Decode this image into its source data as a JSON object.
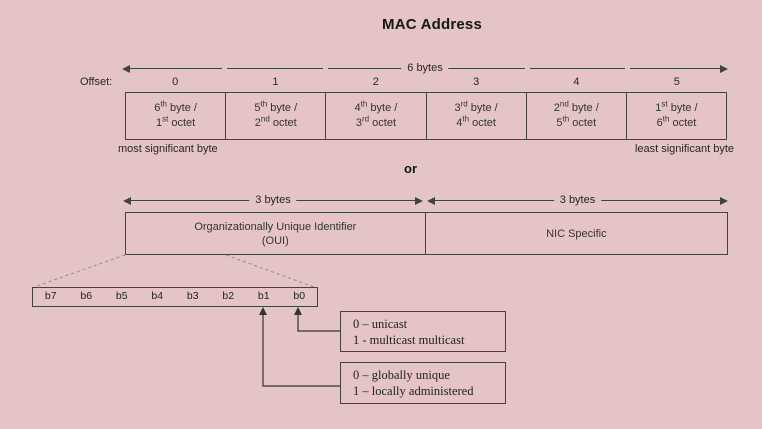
{
  "title": "MAC Address",
  "colors": {
    "background": "#e5c4c6",
    "line": "#424242",
    "text": "#262626"
  },
  "offset_label": "Offset:",
  "offsets": [
    "0",
    "1",
    "2",
    "3",
    "4",
    "5"
  ],
  "top_span": {
    "label": "6 bytes"
  },
  "byte_table": {
    "byte_word": " byte /",
    "octet_word": " octet",
    "cells": [
      {
        "byte": "6",
        "byte_suf": "th",
        "octet": "1",
        "octet_suf": "st"
      },
      {
        "byte": "5",
        "byte_suf": "th",
        "octet": "2",
        "octet_suf": "nd"
      },
      {
        "byte": "4",
        "byte_suf": "th",
        "octet": "3",
        "octet_suf": "rd"
      },
      {
        "byte": "3",
        "byte_suf": "rd",
        "octet": "4",
        "octet_suf": "th"
      },
      {
        "byte": "2",
        "byte_suf": "nd",
        "octet": "5",
        "octet_suf": "th"
      },
      {
        "byte": "1",
        "byte_suf": "st",
        "octet": "6",
        "octet_suf": "th"
      }
    ]
  },
  "msb_label": "most significant byte",
  "lsb_label": "least significant byte",
  "or_label": "or",
  "oui_span": {
    "label": "3 bytes"
  },
  "nic_span": {
    "label": "3 bytes"
  },
  "oui_nic_table": {
    "oui_line1": "Organizationally Unique Identifier",
    "oui_line2": "(OUI)",
    "nic": "NIC Specific"
  },
  "bit_field": {
    "bits": [
      "b7",
      "b6",
      "b5",
      "b4",
      "b3",
      "b2",
      "b1",
      "b0"
    ]
  },
  "callouts": {
    "multicast": {
      "line1": "0 – unicast",
      "line2": "1 - multicast multicast"
    },
    "admin": {
      "line1": "0 – globally unique",
      "line2": "1 – locally administered"
    }
  }
}
